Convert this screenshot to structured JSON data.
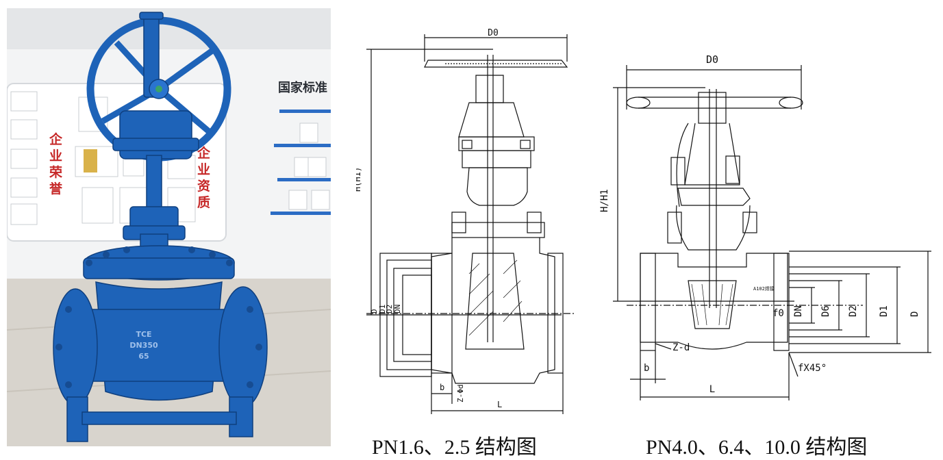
{
  "photo": {
    "wall_text_title": "国家标准",
    "wall_text_honor": [
      "企",
      "业",
      "荣",
      "誉"
    ],
    "wall_text_qual": [
      "企",
      "业",
      "资",
      "质"
    ],
    "valve_body_mark": [
      "TCE",
      "DN350",
      "65"
    ],
    "colors": {
      "valve_blue": "#1e63b8",
      "wall": "#f4f5f6",
      "floor": "#d9d6d0",
      "honor_red": "#c62828"
    }
  },
  "drawing_left": {
    "labels": {
      "d0": "D0",
      "h": "H(H1)",
      "d": "D",
      "d1": "D1",
      "d2": "D2",
      "dn": "DN",
      "b": "b",
      "bolts": "Z-Φd",
      "l": "L"
    },
    "caption": "PN1.6、2.5 结构图"
  },
  "drawing_right": {
    "labels": {
      "d0": "D0",
      "h": "H/H1",
      "dn": "DN",
      "d6": "D6",
      "d2": "D2",
      "d1": "D1",
      "d": "D",
      "f0": "f0",
      "bolts": "Z-d",
      "b": "b",
      "chamfer": "fX45°",
      "l": "L",
      "weld_note": "A102焊接"
    },
    "caption": "PN4.0、6.4、10.0 结构图"
  }
}
